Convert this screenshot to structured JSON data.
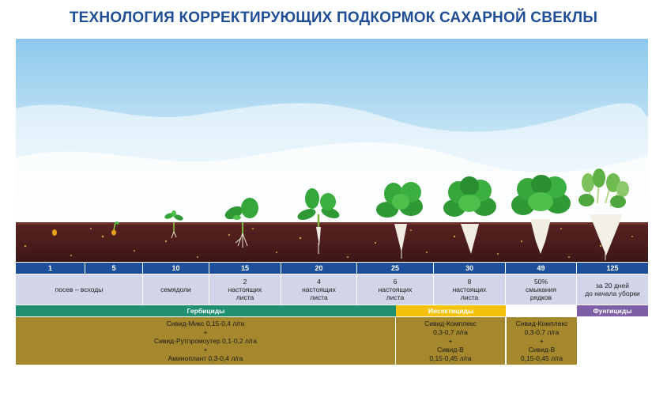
{
  "title": "ТЕХНОЛОГИЯ КОРРЕКТИРУЮЩИХ ПОДКОРМОК САХАРНОЙ СВЕКЛЫ",
  "days": [
    "1",
    "5",
    "10",
    "15",
    "20",
    "25",
    "30",
    "49",
    "125"
  ],
  "stages": [
    "посев – всходы",
    "семядоли",
    "2\nнастоящих\nлиста",
    "4\nнастоящих\nлиста",
    "6\nнастоящих\nлиста",
    "8\nнастоящих\nлиста",
    "50%\nсмыкания\nрядков",
    "за 20 дней\nдо начала уборки"
  ],
  "categories": {
    "herbicides": "Гербициды",
    "insecticides": "Инсектициды",
    "fungicides": "Фунгициды"
  },
  "products": {
    "herbicides": "Сивид-Микс 0,15-0,4 л/га\n+\nСивид-Рутпромоутер 0,1-0,2 л/га\n+\nАминоплант 0,3-0,4 л/га",
    "insecticides_1": "Сивид-Комплекс\n0,3-0,7 л/га\n+\nСивид-В\n0,15-0,45 л/га",
    "insecticides_2": "Сивид-Комплекс\n0,3-0,7 л/га\n+\nСивид-В\n0,15-0,45 л/га"
  },
  "colors": {
    "title": "#1f4e96",
    "day_band": "#1d4f9a",
    "stage_band": "#d2d4e8",
    "herbicides": "#1f8f6f",
    "insecticides": "#f4c20d",
    "fungicides": "#7d5fa8",
    "products": "#a5882d",
    "soil": "#4a1e1c"
  }
}
